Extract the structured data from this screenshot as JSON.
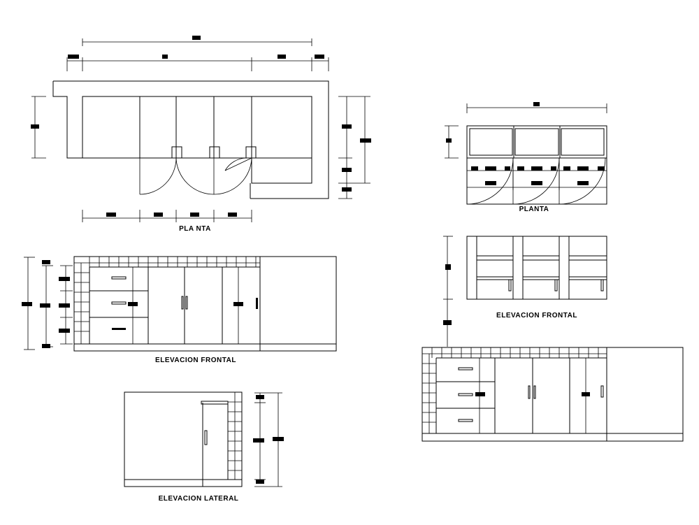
{
  "labels": {
    "plan_left": "PLA NTA",
    "elev_front_left": "ELEVACION FRONTAL",
    "elev_lateral": "ELEVACION LATERAL",
    "plan_right": "PLANTA",
    "elev_front_right_upper": "ELEVACION FRONTAL"
  },
  "colors": {
    "line": "#000000",
    "background": "#ffffff"
  }
}
